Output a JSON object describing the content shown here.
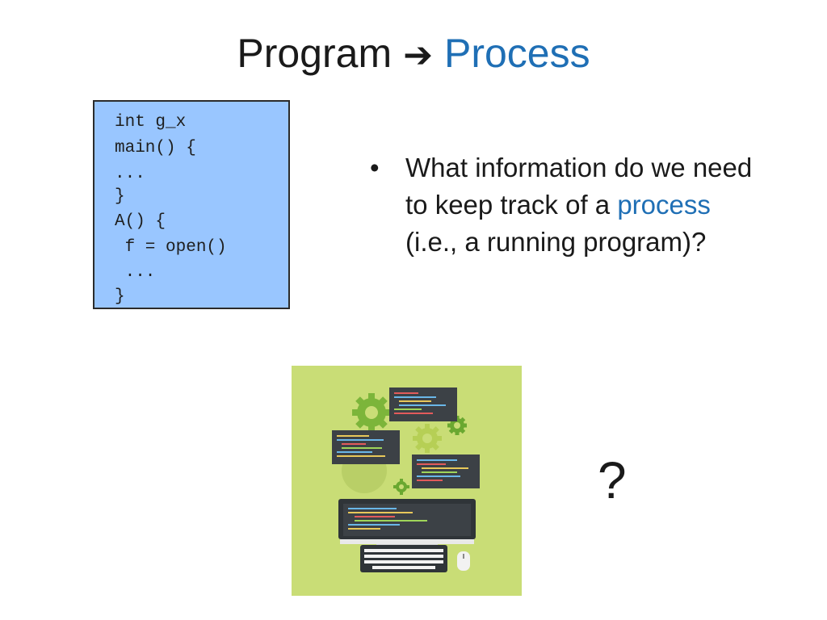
{
  "slide": {
    "title_part1": "Program",
    "arrow_icon": "right-arrow",
    "title_part2": "Process",
    "accent_color": "#1f6fb5"
  },
  "code_box": {
    "background": "#99c6ff",
    "lines": [
      "int g_x",
      "main() {",
      "...",
      "}",
      "A() {",
      " f = open()",
      " ...",
      "}"
    ]
  },
  "bullet": {
    "text_before": "What information do we need to keep track of a ",
    "highlight": "process",
    "text_after": " (i.e., a running program)?"
  },
  "illustration": {
    "icon": "computer-gears-illustration"
  },
  "question_mark": "?"
}
